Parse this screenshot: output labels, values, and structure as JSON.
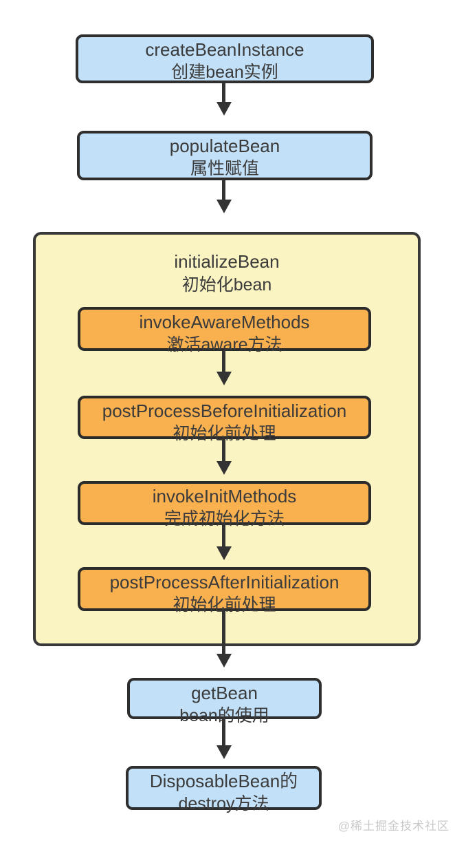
{
  "colors": {
    "blue_fill": "#c2e0f7",
    "orange_fill": "#f9b04f",
    "yellow_group_fill": "#faf3c2",
    "border": "#2e2e2e",
    "arrow": "#333333",
    "text": "#3b3b3b",
    "watermark_text": "#c9c9c9",
    "background": "#ffffff"
  },
  "flow": {
    "create": {
      "title": "createBeanInstance",
      "subtitle": "创建bean实例"
    },
    "populate": {
      "title": "populateBean",
      "subtitle": "属性赋值"
    },
    "init_group": {
      "title": "initializeBean",
      "subtitle": "初始化bean"
    },
    "aware": {
      "title": "invokeAwareMethods",
      "subtitle": "激活aware方法"
    },
    "before": {
      "title": "postProcessBeforeInitialization",
      "subtitle": "初始化前处理"
    },
    "init_methods": {
      "title": "invokeInitMethods",
      "subtitle": "完成初始化方法"
    },
    "after": {
      "title": "postProcessAfterInitialization",
      "subtitle": "初始化前处理"
    },
    "get": {
      "title": "getBean",
      "subtitle": "bean的使用"
    },
    "destroy": {
      "title": "DisposableBean的",
      "subtitle": "destroy方法"
    }
  },
  "watermark": "@稀土掘金技术社区"
}
